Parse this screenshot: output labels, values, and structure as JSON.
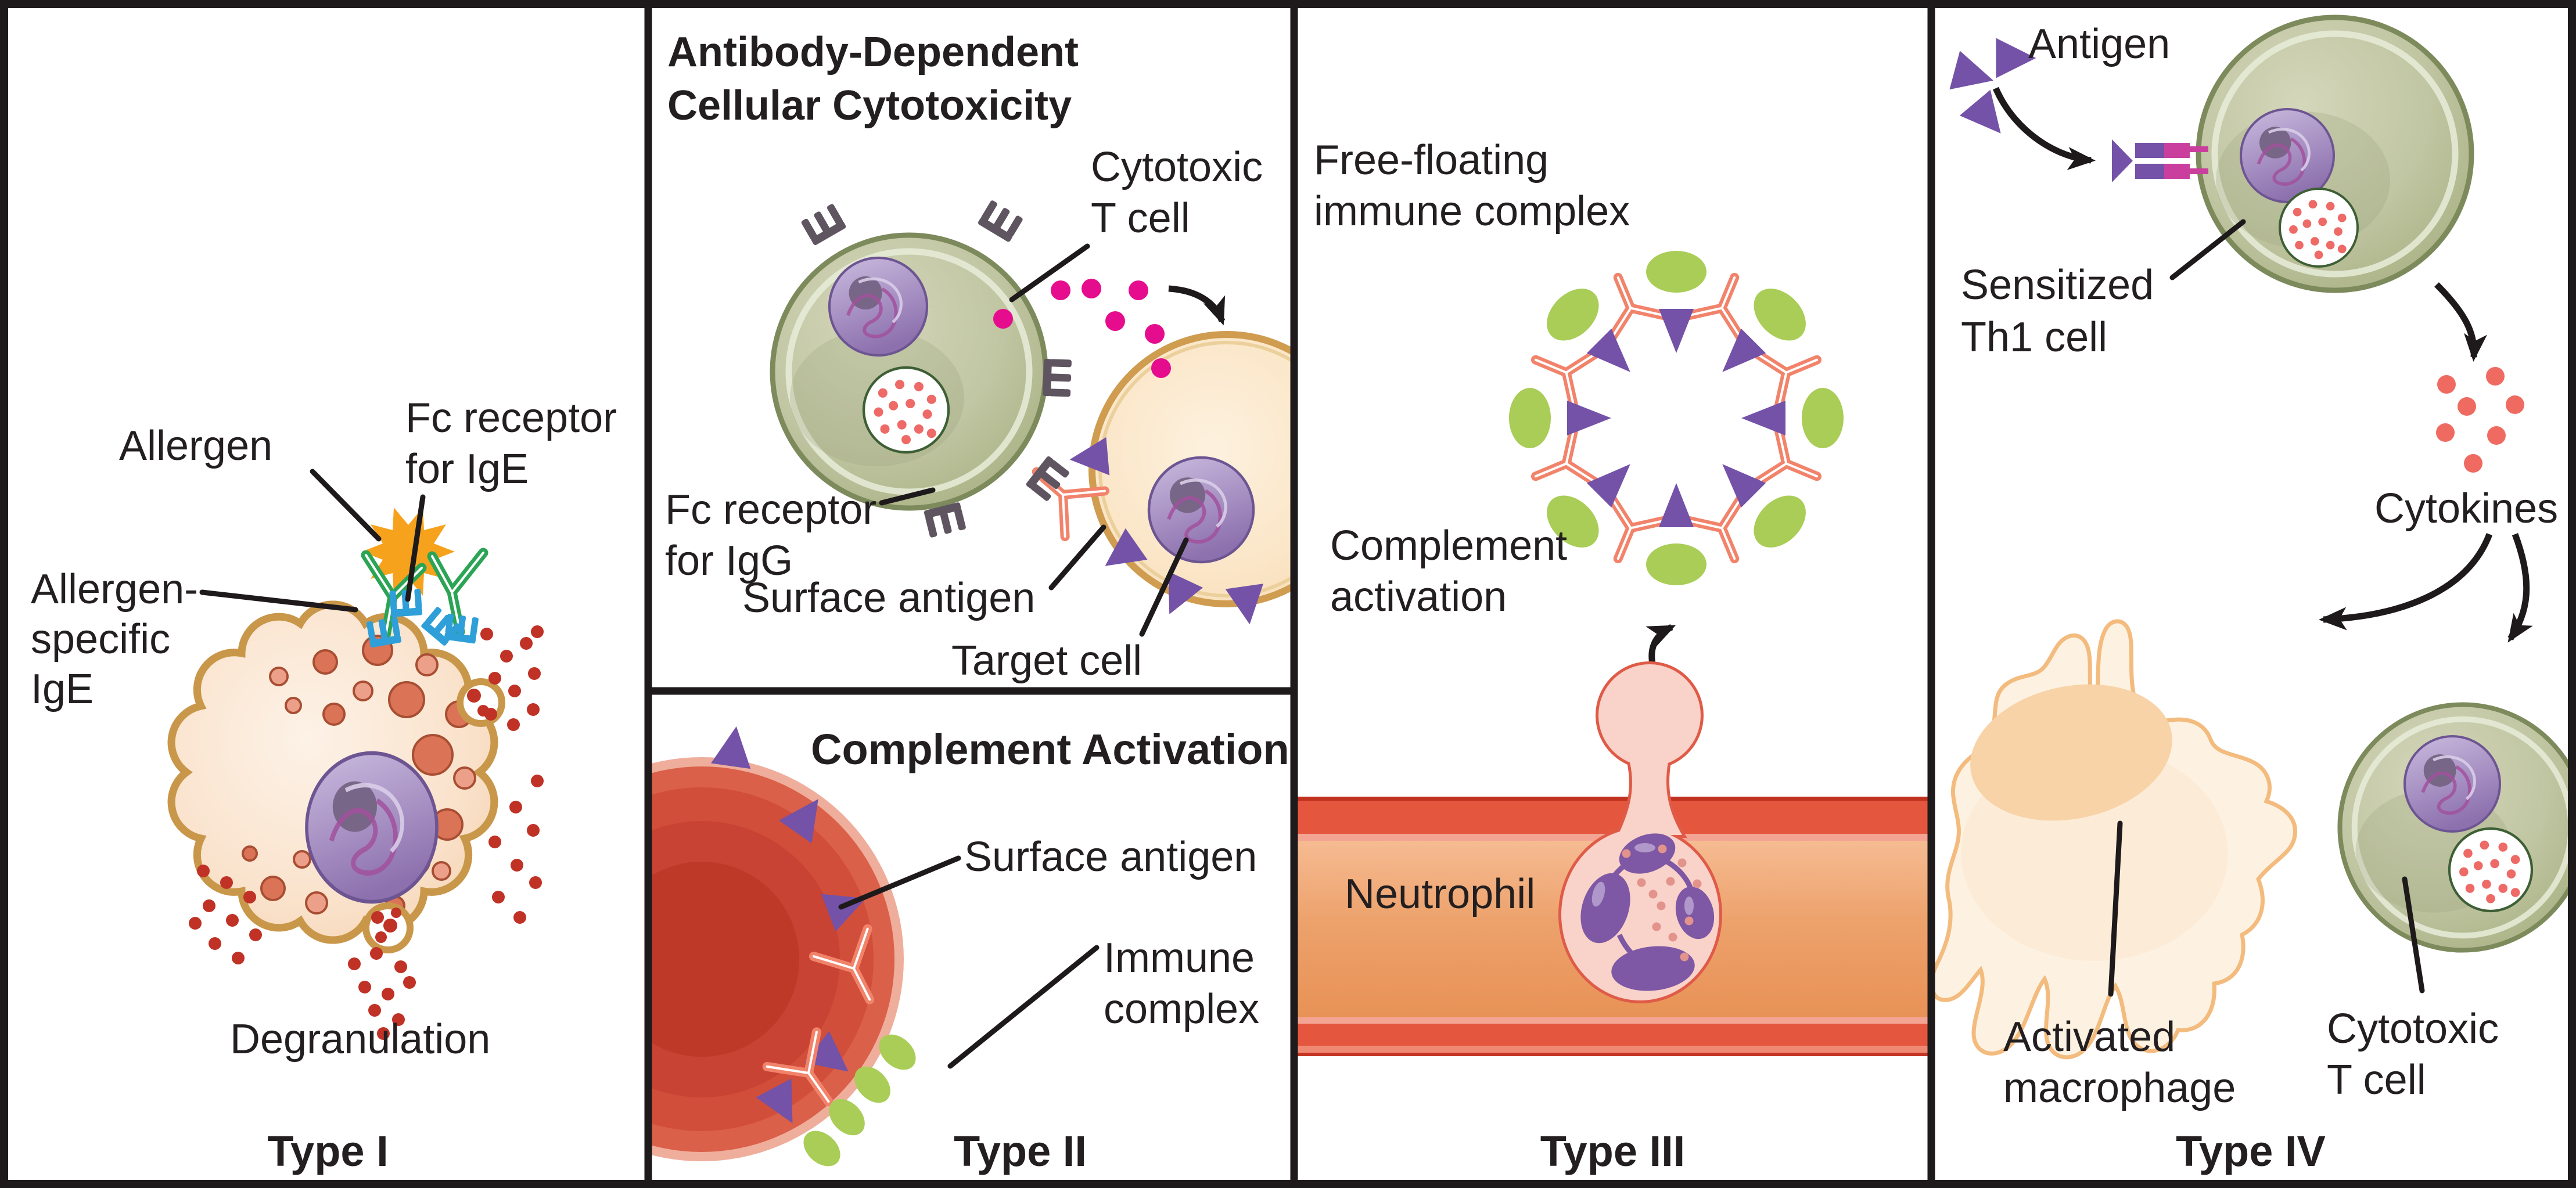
{
  "figure": {
    "title": "Four types of hypersensitivity reactions"
  },
  "colors": {
    "text": "#231f20",
    "panel_border": "#1e1a1b",
    "allergen_orange": "#f7a21d",
    "ige_green": "#2ca456",
    "fc_receptor_blue": "#2e9fd8",
    "fc_receptor_gray": "#5f5560",
    "igg_salmon": "#f2836b",
    "antigen_purple": "#7352a8",
    "tcr_magenta": "#ca3f9e",
    "complement_green": "#a9cd57",
    "granule_red": "#c03126",
    "granzyme_magenta": "#e50d8d",
    "cytokine_red": "#ef6b61",
    "t_cell_olive": "#c0c5a2",
    "nucleus_purple": "#8d71ae",
    "rbc_red": "#d14e3a",
    "vessel_red": "#e4573e",
    "mast_cell_peach": "#fae3cd",
    "macrophage_cream": "#fdf2e2"
  },
  "panels": {
    "type_i": {
      "caption": "Type I",
      "labels": {
        "allergen": "Allergen",
        "fc_receptor_line1": "Fc receptor",
        "fc_receptor_line2": "for IgE",
        "ige_line1": "Allergen-",
        "ige_line2": "specific",
        "ige_line3": "IgE",
        "degranulation": "Degranulation"
      }
    },
    "type_ii": {
      "caption": "Type II",
      "adcc_title_line1": "Antibody-Dependent",
      "adcc_title_line2": "Cellular Cytotoxicity",
      "adcc_labels": {
        "cytotoxic_line1": "Cytotoxic",
        "cytotoxic_line2": "T cell",
        "fc_receptor_line1": "Fc receptor",
        "fc_receptor_line2": "for IgG",
        "surface_antigen": "Surface antigen",
        "target_cell": "Target cell"
      },
      "complement_title": "Complement Activation",
      "complement_labels": {
        "surface_antigen": "Surface antigen",
        "immune_line1": "Immune",
        "immune_line2": "complex"
      }
    },
    "type_iii": {
      "caption": "Type III",
      "labels": {
        "floating_line1": "Free-floating",
        "floating_line2": "immune complex",
        "complement_line1": "Complement",
        "complement_line2": "activation",
        "neutrophil": "Neutrophil"
      }
    },
    "type_iv": {
      "caption": "Type IV",
      "labels": {
        "antigen": "Antigen",
        "sensitized_line1": "Sensitized",
        "sensitized_line2": "Th1 cell",
        "cytokines": "Cytokines",
        "macrophage_line1": "Activated",
        "macrophage_line2": "macrophage",
        "cytotoxic_line1": "Cytotoxic",
        "cytotoxic_line2": "T cell"
      }
    }
  }
}
